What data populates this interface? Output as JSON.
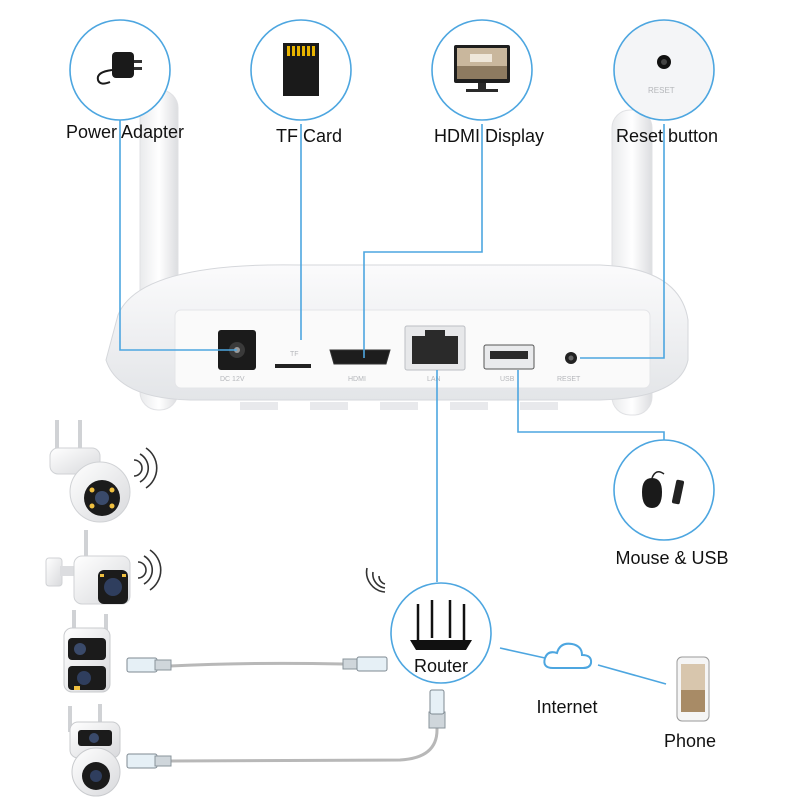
{
  "components": {
    "power_adapter": "Power Adapter",
    "tf_card": "TF Card",
    "hdmi_display": "HDMI Display",
    "reset_button": "Reset button",
    "mouse_usb": "Mouse & USB",
    "router": "Router",
    "internet": "Internet",
    "phone": "Phone"
  },
  "ports": {
    "dc": "DC 12V",
    "tf": "TF",
    "hdmi": "HDMI",
    "lan": "LAN",
    "usb": "USB",
    "reset": "RESET"
  },
  "reset_zoom_text": "RESET",
  "colors": {
    "connector": "#4da6e0",
    "nvr_body": "#f2f3f5",
    "cable": "#b8b8b8"
  }
}
